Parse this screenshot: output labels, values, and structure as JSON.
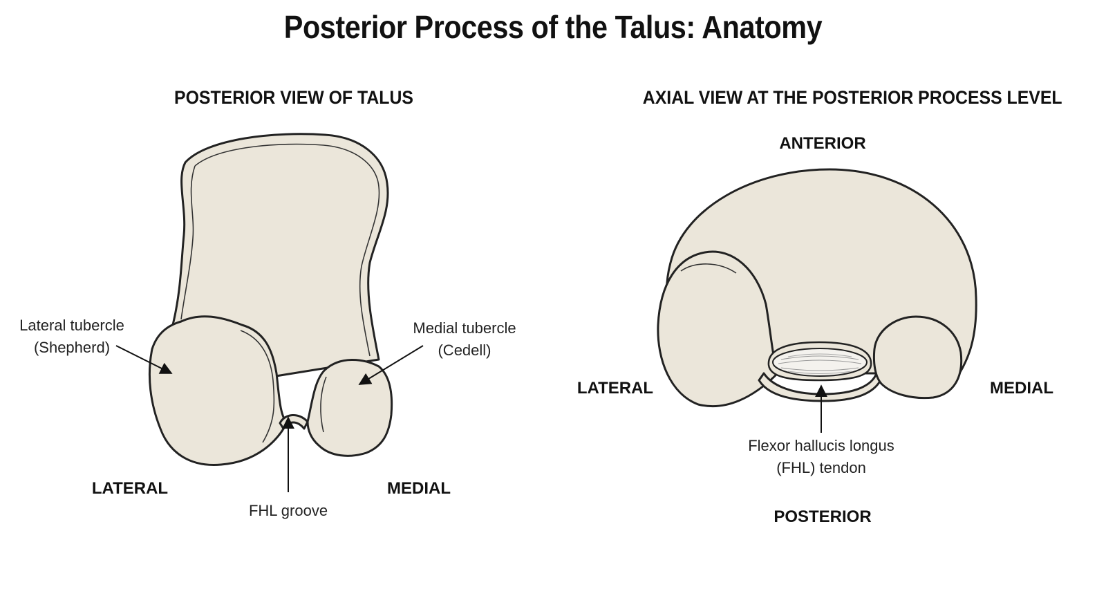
{
  "title": "Posterior Process of the Talus: Anatomy",
  "left_panel": {
    "title": "POSTERIOR VIEW OF TALUS",
    "lateral_tubercle_line1": "Lateral tubercle",
    "lateral_tubercle_line2": "(Shepherd)",
    "medial_tubercle_line1": "Medial tubercle",
    "medial_tubercle_line2": "(Cedell)",
    "fhl_groove": "FHL groove",
    "lateral": "LATERAL",
    "medial": "MEDIAL"
  },
  "right_panel": {
    "title": "AXIAL VIEW AT THE POSTERIOR PROCESS LEVEL",
    "anterior": "ANTERIOR",
    "posterior": "POSTERIOR",
    "lateral": "LATERAL",
    "medial": "MEDIAL",
    "fhl_tendon_line1": "Flexor hallucis longus",
    "fhl_tendon_line2": "(FHL) tendon"
  },
  "colors": {
    "bone_fill": "#ebe6da",
    "outline": "#222222",
    "tendon_fill": "#f4f2ee"
  }
}
